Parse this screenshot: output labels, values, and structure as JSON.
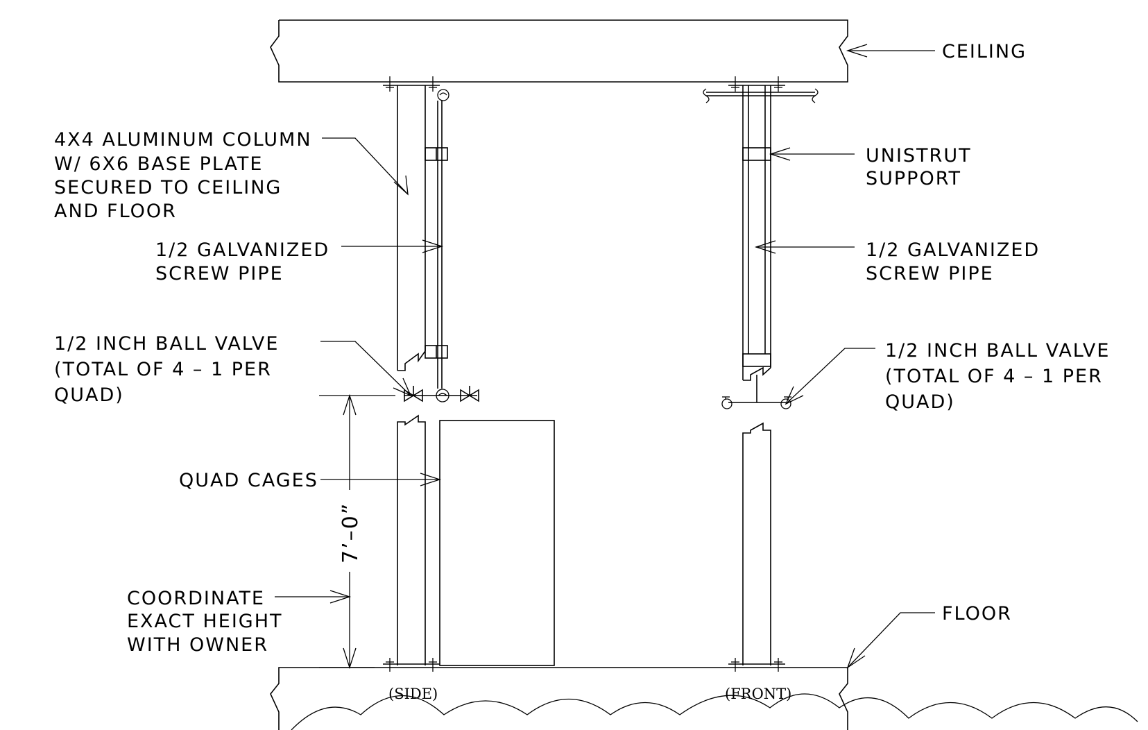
{
  "labels": {
    "ceiling": "CEILING",
    "floor": "FLOOR",
    "column": [
      "4X4 ALUMINUM COLUMN",
      "W/ 6X6 BASE PLATE",
      "SECURED TO CEILING",
      "AND FLOOR"
    ],
    "pipe_left": [
      "1/2 GALVANIZED",
      "SCREW PIPE"
    ],
    "pipe_right": [
      "1/2 GALVANIZED",
      "SCREW PIPE"
    ],
    "unistrut": [
      "UNISTRUT",
      "SUPPORT"
    ],
    "valve_left": [
      "1/2 INCH BALL VALVE",
      "(TOTAL OF 4 – 1 PER",
      "QUAD)"
    ],
    "valve_right": [
      "1/2 INCH BALL VALVE",
      "(TOTAL OF 4 – 1 PER",
      "QUAD)"
    ],
    "quad_cages": "QUAD CAGES",
    "coordinate": [
      "COORDINATE",
      "EXACT HEIGHT",
      "WITH OWNER"
    ],
    "dimension": "7’–0”",
    "view_side": "(SIDE)",
    "view_front": "(FRONT)"
  }
}
